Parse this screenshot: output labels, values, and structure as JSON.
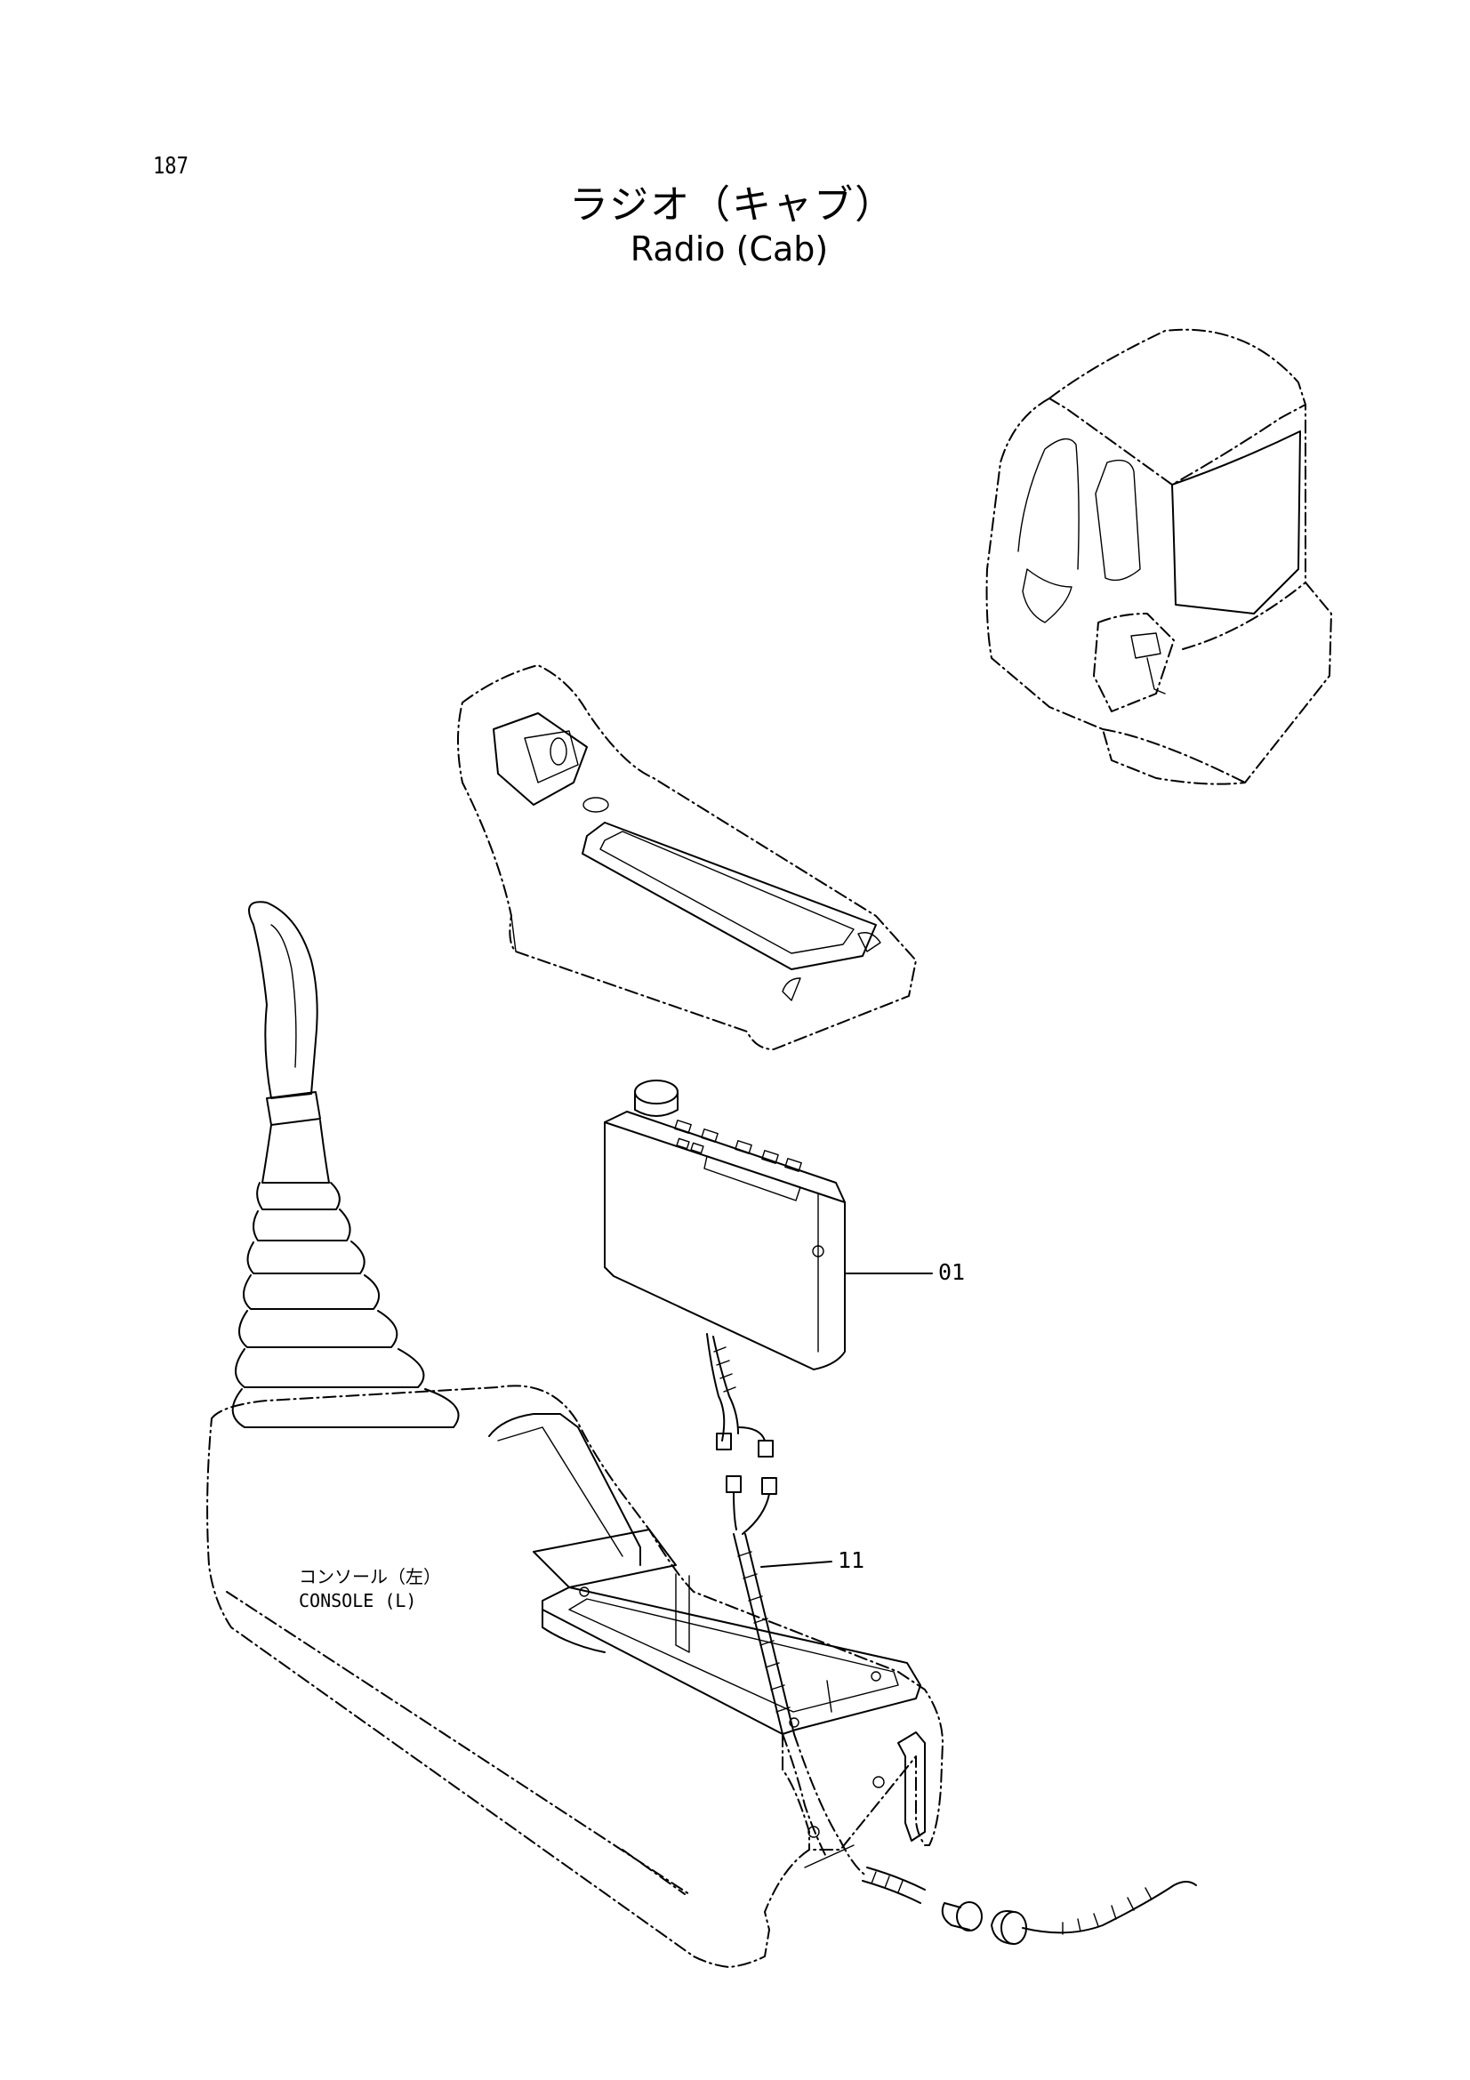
{
  "page_number": "187",
  "title": {
    "japanese": "ラジオ（キャブ）",
    "english": "Radio (Cab)"
  },
  "callouts": [
    {
      "number": "01"
    },
    {
      "number": "11"
    }
  ],
  "console_label": {
    "japanese": "コンソール（左）",
    "english": "CONSOLE (L)"
  }
}
